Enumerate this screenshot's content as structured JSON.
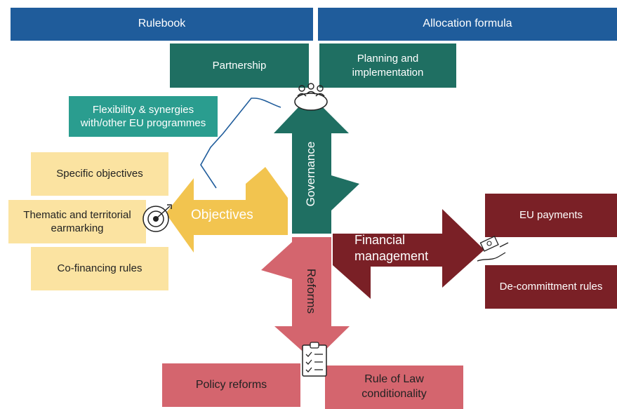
{
  "header": {
    "rulebook": "Rulebook",
    "allocation_formula": "Allocation formula"
  },
  "governance": {
    "label": "Governance",
    "partnership": "Partnership",
    "planning": "Planning and implementation",
    "flexibility": "Flexibility & synergies with/other EU programmes"
  },
  "objectives": {
    "label": "Objectives",
    "specific": "Specific objectives",
    "earmarking": "Thematic and territorial earmarking",
    "cofinancing": "Co-financing rules"
  },
  "financial": {
    "label": "Financial management",
    "payments": "EU payments",
    "decommitment": "De-committment rules"
  },
  "reforms": {
    "label": "Reforms",
    "policy": "Policy reforms",
    "rule_of_law": "Rule of Law conditionality"
  },
  "colors": {
    "blue": "#1f5c9b",
    "teal": "#1f6f62",
    "yellow": "#f2c44f",
    "maroon": "#7a2026",
    "pink": "#d4656e"
  }
}
